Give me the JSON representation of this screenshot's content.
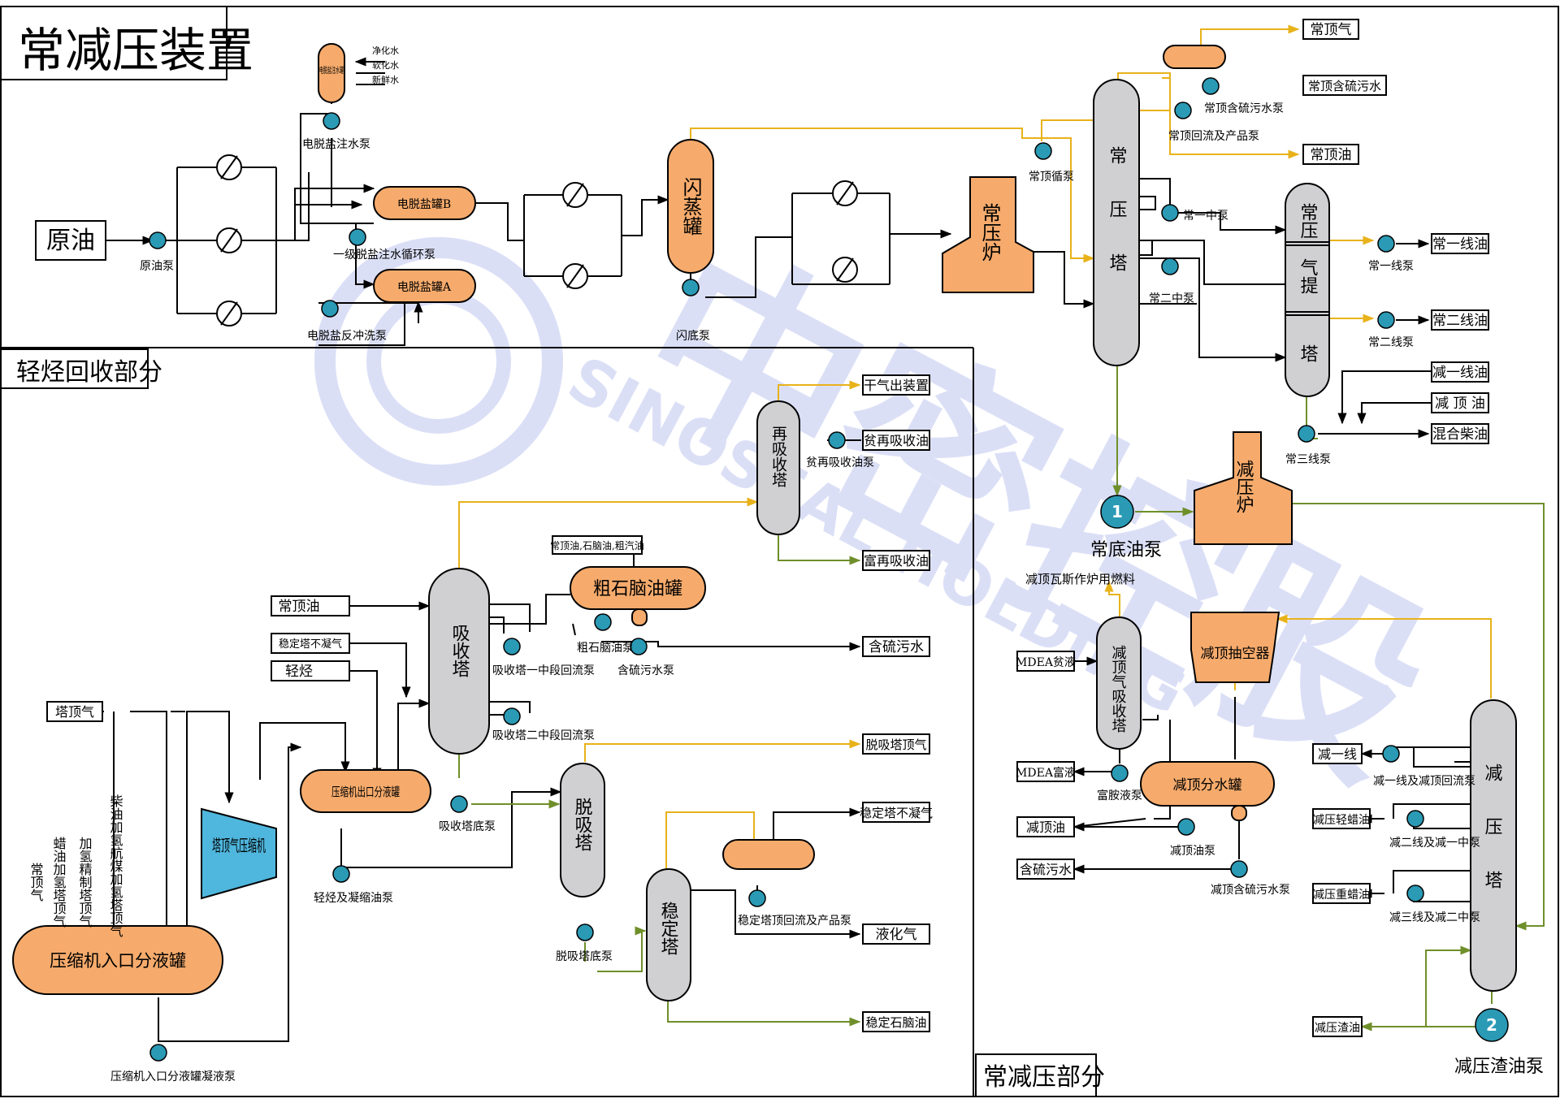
{
  "title": "常减压装置",
  "sections": {
    "light": "轻烃回收部分",
    "atm": "常减压部分"
  },
  "colors": {
    "vessel_orange": "#f6ab6c",
    "vessel_gray": "#d0d0d2",
    "pump_blue": "#2a9ab5",
    "compressor_blue": "#4fb6dd",
    "line_black": "#000000",
    "line_yellow": "#e8b21a",
    "line_green": "#6f8f2a",
    "watermark": "#5b6fd6"
  },
  "watermark": {
    "cn": "中密控股",
    "en": "SINOSEAL HOLDING"
  },
  "boxes": {
    "crude": "原油",
    "top_gas": "常顶气",
    "top_sour_water": "常顶含硫污水",
    "top_oil": "常顶油",
    "line1": "常一线油",
    "line2": "常二线油",
    "vline1": "减一线油",
    "vtop_oil_r": "减 顶 油",
    "mixed_diesel": "混合柴油",
    "dry_gas": "干气出装置",
    "lean_oil": "贫再吸收油",
    "rich_oil": "富再吸收油",
    "top_oils_feed": "常顶油,石脑油,粗汽油",
    "atm_top_oil_l": "常顶油",
    "stab_noncond_in": "稳定塔不凝气",
    "light_hc": "轻烃",
    "tower_top_gas": "塔顶气",
    "sour_water_mid": "含硫污水",
    "desorb_top_gas": "脱吸塔顶气",
    "stab_noncond_out": "稳定塔不凝气",
    "lpg": "液化气",
    "stab_naphtha": "稳定石脑油",
    "mdea_lean": "MDEA贫液",
    "mdea_rich": "MDEA富液",
    "vtop_oil_b": "减顶油",
    "sour_water_b": "含硫污水",
    "vline1_out": "减一线",
    "v_light_wax": "减压轻蜡油",
    "v_heavy_wax": "减压重蜡油",
    "v_residue": "减压渣油"
  },
  "vessels": {
    "desalt_inject_tank": "电脱盐注水罐",
    "desalter_b": "电脱盐罐B",
    "desalter_a": "电脱盐罐A",
    "flash_drum": "闪蒸罐",
    "atm_furnace": "常压炉",
    "atm_tower": "常压塔",
    "stripper": [
      "常压",
      "气提",
      "塔"
    ],
    "vac_furnace": "减压炉",
    "reabsorber": "再吸收塔",
    "naphtha_tank": "粗石脑油罐",
    "absorber": "吸收塔",
    "comp_out_tank": "压缩机出口分液罐",
    "compressor": "塔顶气压缩机",
    "comp_in_tank": "压缩机入口分液罐",
    "desorber": "脱吸塔",
    "stabilizer": "稳定塔",
    "vac_gas_absorber": "减顶气吸收塔",
    "vac_ejector": "减顶抽空器",
    "vac_water_tank": "减顶分水罐",
    "vac_tower": "减压塔"
  },
  "pumps": {
    "crude_pump": "原油泵",
    "inject_pump": "电脱盐注水泵",
    "circ_pump": "一级脱盐注水循环泵",
    "backflush_pump": "电脱盐反冲洗泵",
    "flash_pump": "闪底泵",
    "top_circ_pump": "常顶循泵",
    "top_reflux_pump": "常顶回流及产品泵",
    "top_sour_pump": "常顶含硫污水泵",
    "mid1_pump": "常一中泵",
    "mid2_pump": "常二中泵",
    "line1_pump": "常一线泵",
    "line2_pump": "常二线泵",
    "line3_pump": "常三线泵",
    "bottom_pump": "常底油泵",
    "lean_oil_pump": "贫再吸收油泵",
    "naphtha_pump": "粗石脑油泵",
    "sour_pump_mid": "含硫污水泵",
    "abs_mid1_pump": "吸收塔一中段回流泵",
    "abs_mid2_pump": "吸收塔二中段回流泵",
    "abs_bottom_pump": "吸收塔底泵",
    "condensate_pump": "轻烃及凝缩油泵",
    "desorb_bottom_pump": "脱吸塔底泵",
    "stab_reflux_pump": "稳定塔顶回流及产品泵",
    "comp_in_pump": "压缩机入口分液罐凝液泵",
    "rich_pump": "富胺液泵",
    "vtop_oil_pump": "减顶油泵",
    "vtop_sour_pump": "减顶含硫污水泵",
    "vline1_pump": "减一线及减顶回流泵",
    "vline2_pump": "减二线及减一中泵",
    "vline3_pump": "减三线及减二中泵",
    "vres_pump": "减压渣油泵"
  },
  "pump_numbers": {
    "bottom": "1",
    "vres": "2"
  },
  "notes": {
    "water_sources": [
      "净化水",
      "软化水",
      "新鲜水"
    ],
    "vac_fuel": "减顶瓦斯作炉用燃料",
    "comp_feeds": [
      "常顶气",
      "蜡油加氢塔顶气",
      "加氢精制塔顶气",
      "柴油加氢航煤加氢塔顶气"
    ]
  }
}
